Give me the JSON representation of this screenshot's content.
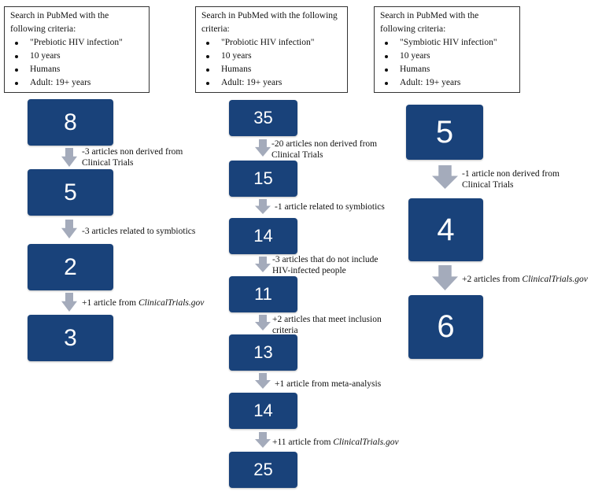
{
  "columns": [
    {
      "criteria": {
        "heading": "Search in PubMed with the following criteria:",
        "items": [
          "\"Prebiotic HIV infection\"",
          "10 years",
          "Humans",
          "Adult: 19+ years"
        ]
      },
      "counts": [
        "8",
        "5",
        "2",
        "3"
      ],
      "steps": [
        {
          "text": "-3 articles non derived from\nClinical Trials"
        },
        {
          "text": "-3 articles related to symbiotics"
        },
        {
          "text": "+1 article from ",
          "italic": "ClinicalTrials.gov"
        }
      ]
    },
    {
      "criteria": {
        "heading": "Search in PubMed with the following criteria:",
        "items": [
          "\"Probiotic HIV infection\"",
          "10 years",
          "Humans",
          "Adult: 19+ years"
        ]
      },
      "counts": [
        "35",
        "15",
        "14",
        "11",
        "13",
        "14",
        "25"
      ],
      "steps": [
        {
          "text": "-20 articles non derived from\nClinical Trials"
        },
        {
          "text": "-1 article related to symbiotics"
        },
        {
          "text": "-3 articles that do not include\nHIV-infected people"
        },
        {
          "text": "+2 articles that meet inclusion\ncriteria"
        },
        {
          "text": "+1 article from meta-analysis"
        },
        {
          "text": "+11 article from ",
          "italic": "ClinicalTrials.gov"
        }
      ]
    },
    {
      "criteria": {
        "heading": "Search in PubMed with the following criteria:",
        "items": [
          "\"Symbiotic HIV infection\"",
          "10 years",
          "Humans",
          "Adult: 19+ years"
        ]
      },
      "counts": [
        "5",
        "4",
        "6"
      ],
      "steps": [
        {
          "text": "-1 article non derived from\nClinical Trials"
        },
        {
          "text": "+2 articles from ",
          "italic": "ClinicalTrials.gov"
        }
      ]
    }
  ],
  "colors": {
    "box": "#19427a",
    "arrow": "#a4abbb",
    "text": "#111111"
  }
}
